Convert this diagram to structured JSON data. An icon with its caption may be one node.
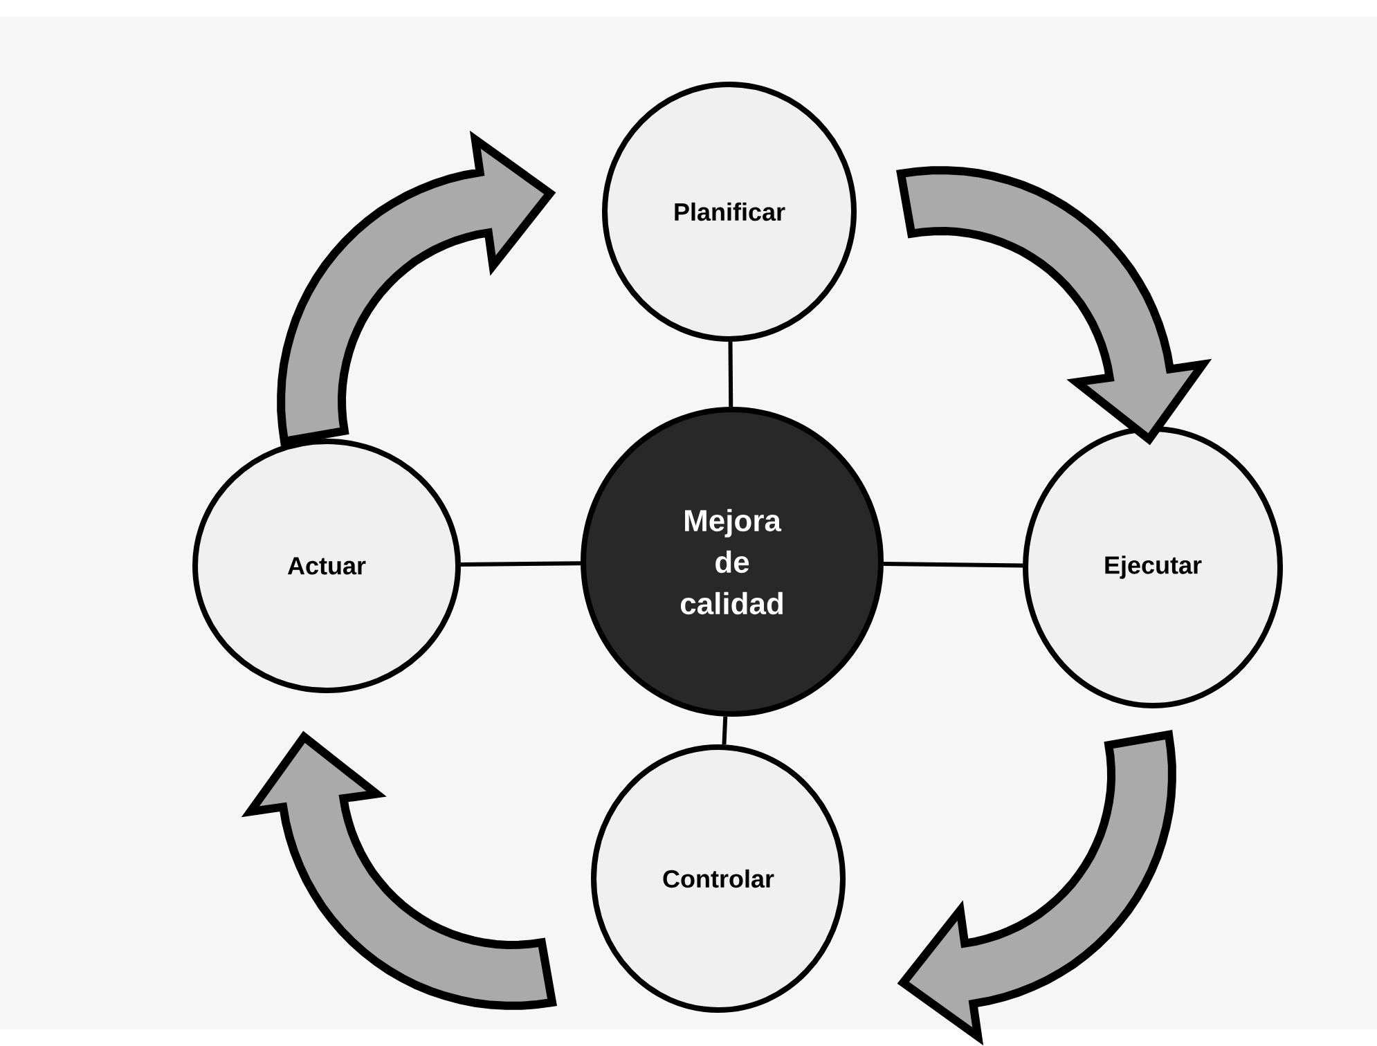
{
  "diagram": {
    "nodes": [
      {
        "text": [
          "Mejora de calidad"
        ]
      },
      {
        "text": [
          "Planificar"
        ]
      },
      {
        "text": [
          "Ejecutar"
        ]
      },
      {
        "text": [
          "Controlar"
        ]
      },
      {
        "text": [
          "Actuar"
        ]
      }
    ],
    "edges": [
      {
        "from": 0,
        "to": 1,
        "arrow": "none"
      },
      {
        "from": 0,
        "to": 2,
        "arrow": "none"
      },
      {
        "from": 0,
        "to": 3,
        "arrow": "none"
      },
      {
        "from": 0,
        "to": 4,
        "arrow": "none"
      },
      {
        "from": 1,
        "to": 2,
        "arrow": "to",
        "style": "thick"
      },
      {
        "from": 2,
        "to": 3,
        "arrow": "to",
        "style": "thick"
      },
      {
        "from": 3,
        "to": 4,
        "arrow": "to",
        "style": "thick"
      },
      {
        "from": 4,
        "to": 1,
        "arrow": "to",
        "style": "thick"
      }
    ]
  }
}
